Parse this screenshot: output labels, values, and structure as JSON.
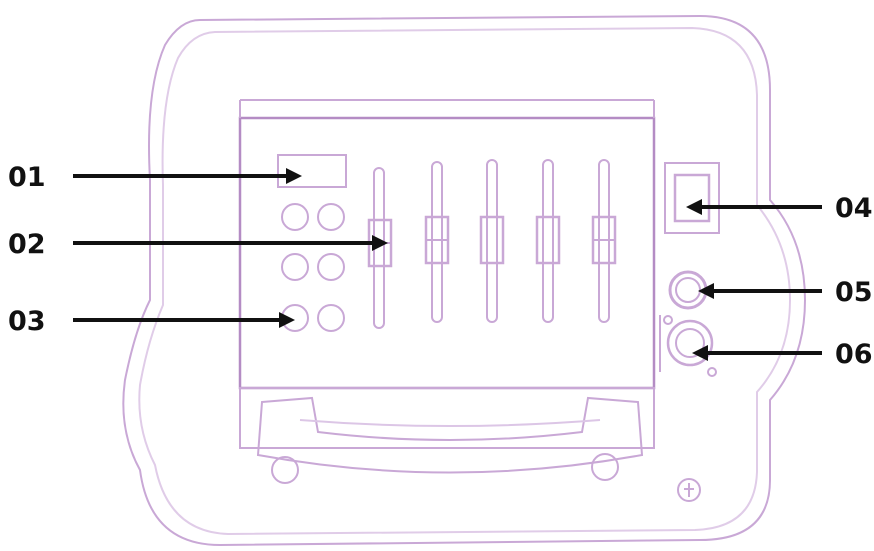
{
  "callouts": [
    {
      "label": "01"
    },
    {
      "label": "02"
    },
    {
      "label": "03"
    },
    {
      "label": "04"
    },
    {
      "label": "05"
    },
    {
      "label": "06"
    }
  ],
  "device": {
    "fader_count": 5,
    "button_count": 6
  },
  "colors": {
    "outline": "#c9a8d6",
    "outline_dark": "#b48cc4",
    "arrow": "#111111",
    "background": "#ffffff"
  }
}
